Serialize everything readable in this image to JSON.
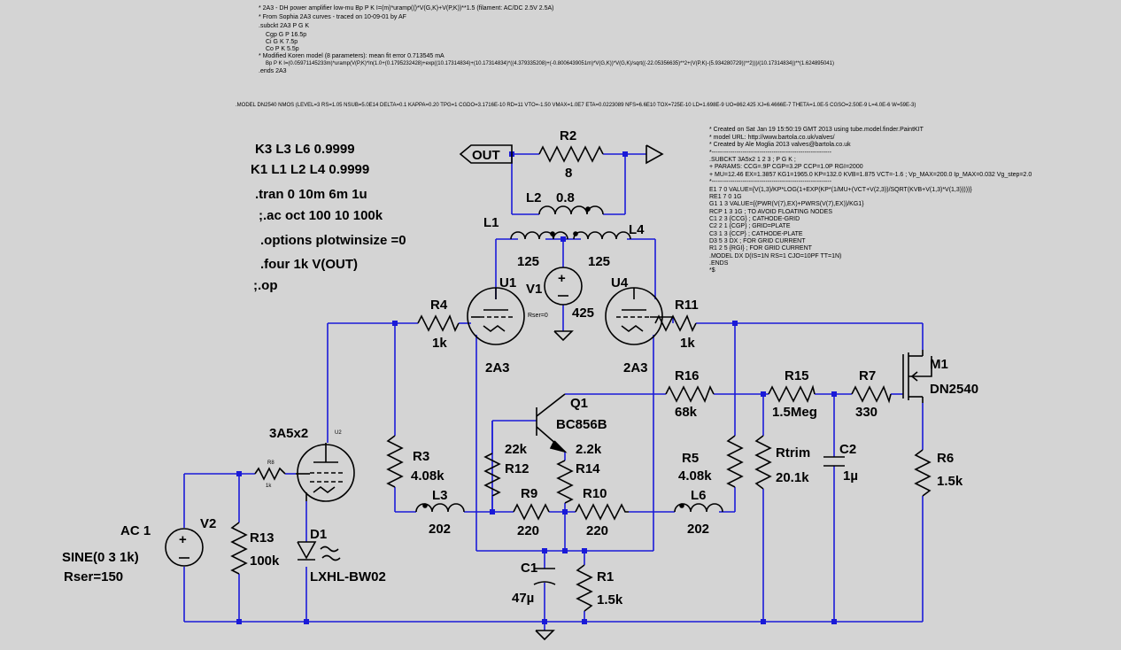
{
  "directives": {
    "k_line1": "K3 L3 L6 0.9999",
    "k_line2": "K1 L1 L2  L4 0.9999",
    "tran": ".tran 0 10m 6m 1u",
    "ac": ";.ac oct 100 10 100k",
    "options": ".options plotwinsize =0",
    "four": ".four 1k V(OUT)",
    "op": ";.op"
  },
  "model_2a3": [
    "* 2A3  -  DH power amplifier low-mu Bp  P  K  I=(m)*uramp(()*V(G,K)+V(P,K))**1.5 (filament: AC/DC 2.5V 2.5A)",
    "* From Sophia 2A3 curves - traced on 10-09-01 by AF",
    ".subckt 2A3  P  G K",
    "Cgp G P  16.5p",
    "Ci  G K  7.5p",
    "Co  P  K  5.5p",
    "* Modified Koren model (8 parameters): mean fit error 0.713545 mA",
    "Bp  P  K  I=(0.05971145233m)*uramp(V(P,K)*ln(1.0+(0.1795232428)+exp((10.17314834)+(10.17314834)*((4.379335208)+(-0.8006439051m)*V(G,K))*V(G,K)/sqrt((-22.05356635)**2+(V(P,K)-(5.934280729))**2)))/(10.17314834))**(1.624895041)",
    ".ends 2A3"
  ],
  "model_dn2540": ".MODEL DN2540 NMOS (LEVEL=3 RS=1.05 NSUB=5.0E14 DELTA=0.1 KAPPA=0.20 TPG=1 CGDO=3.1716E-10 RD=11 VTO=-1.50 VMAX=1.0E7 ETA=0.0223089 NFS=6.6E10 TOX=725E-10 LD=1.698E-9 UO=862.425 XJ=6.4666E-7 THETA=1.0E-5 CGSO=2.50E-9 L=4.0E-6 W=59E-3)",
  "model_3a5": [
    "* Created on Sat Jan 19 15:50:19 GMT 2013 using tube.model.finder.PaintKIT",
    "* model URL:  http://www.bartola.co.uk/valves/",
    "* Created by Ale Moglia 2013 valves@bartola.co.uk",
    "*----------------------------------------------------------",
    ".SUBCKT 3A5x2 1 2 3 ; P G K ;",
    "+ PARAMS: CCG=.9P CGP=3.2P CCP=1.0P RGI=2000",
    "+ MU=12.46 EX=1.3857 KG1=1965.0 KP=132.0 KVB=1.875 VCT=-1.6 ;  Vp_MAX=200.0 Ip_MAX=0.032 Vg_step=2.0",
    "*----------------------------------------------------------",
    "E1 7 0 VALUE={V(1,3)/KP*LOG(1+EXP(KP*(1/MU+(VCT+V(2,3))/SQRT(KVB+V(1,3)*V(1,3)))))}",
    "RE1 7 0 1G",
    "G1 1 3 VALUE={(PWR(V(7),EX)+PWRS(V(7),EX))/KG1}",
    "RCP 1 3 1G ; TO AVOID FLOATING NODES",
    "C1 2 3 {CCG} ; CATHODE-GRID",
    "C2 2 1 {CGP} ; GRID=PLATE",
    "C3 1 3 {CCP} ; CATHODE-PLATE",
    "D3 5 3 DX ; FOR GRID CURRENT",
    "R1 2 5 {RGI} ; FOR GRID CURRENT",
    ".MODEL DX D(IS=1N RS=1 CJO=10PF TT=1N)",
    ".ENDS",
    "*$"
  ],
  "components": {
    "out_label": "OUT",
    "r2_name": "R2",
    "r2_value": "8",
    "l2_name": "L2",
    "l2_value": "0.8",
    "l1_name": "L1",
    "l1_value": "125",
    "l4_name": "L4",
    "l4_value": "125",
    "v1_name": "V1",
    "v1_value": "425",
    "v1_rser": "Rser=0",
    "u1_name": "U1",
    "u1_type": "2A3",
    "u4_name": "U4",
    "u4_type": "2A3",
    "r4_name": "R4",
    "r4_value": "1k",
    "r11_name": "R11",
    "r11_value": "1k",
    "m1_name": "M1",
    "m1_type": "DN2540",
    "q1_name": "Q1",
    "q1_type": "BC856B",
    "r16_name": "R16",
    "r16_value": "68k",
    "r15_name": "R15",
    "r15_value": "1.5Meg",
    "r7_name": "R7",
    "r7_value": "330",
    "r12_name": "R12",
    "r12_value": "22k",
    "r14_name": "R14",
    "r14_value": "2.2k",
    "r3_name": "R3",
    "r3_value": "4.08k",
    "r5_name": "R5",
    "r5_value": "4.08k",
    "rtrim_name": "Rtrim",
    "rtrim_value": "20.1k",
    "c2_name": "C2",
    "c2_value": "1µ",
    "r6_name": "R6",
    "r6_value": "1.5k",
    "u2_name": "U2",
    "u2_type": "3A5x2",
    "r8_name": "R8",
    "r8_value": "1k",
    "l3_name": "L3",
    "l3_value": "202",
    "l6_name": "L6",
    "l6_value": "202",
    "r9_name": "R9",
    "r9_value": "220",
    "r10_name": "R10",
    "r10_value": "220",
    "c1_name": "C1",
    "c1_value": "47µ",
    "r1_name": "R1",
    "r1_value": "1.5k",
    "d1_name": "D1",
    "d1_type": "LXHL-BW02",
    "v2_name": "V2",
    "v2_ac": "AC 1",
    "v2_sine": "SINE(0 3 1k)",
    "v2_rser": "Rser=150",
    "r13_name": "R13",
    "r13_value": "100k"
  },
  "colors": {
    "background": "#d4d4d4",
    "wire": "#1a1ad8",
    "component": "#000000"
  }
}
